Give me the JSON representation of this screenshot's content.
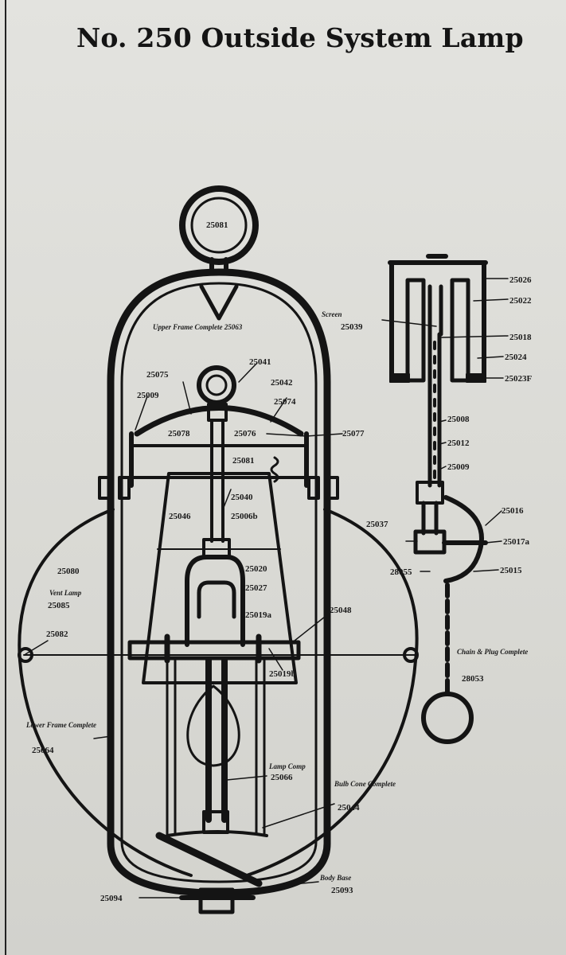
{
  "title": "No. 250 Outside System Lamp",
  "callouts": {
    "ring": "25081",
    "upper_frame": "Upper Frame Complete 25063",
    "p25075": "25075",
    "p25041": "25041",
    "p25042": "25042",
    "p25074": "25074",
    "p25009_left": "25009",
    "p25078": "25078",
    "p25076": "25076",
    "p25077": "25077",
    "p25081": "25081",
    "p25040": "25040",
    "p25046": "25046",
    "p25006b": "25006b",
    "p25080": "25080",
    "vent_lamp": "Vent Lamp",
    "p25085": "25085",
    "p25020": "25020",
    "p25027": "25027",
    "p25019a": "25019a",
    "p25082": "25082",
    "p25048": "25048",
    "p25019b": "25019b",
    "lower_frame": "Lower Frame Complete",
    "p25064": "25064",
    "lamp": "Lamp Comp",
    "p25066": "25066",
    "bulb_cone": "Bulb Cone Complete",
    "p25044": "25044",
    "p25094": "25094",
    "body_base": "Body Base",
    "p25093": "25093",
    "p25026": "25026",
    "p25022": "25022",
    "screen": "Screen",
    "p25039": "25039",
    "p25018": "25018",
    "p25024": "25024",
    "p25023f": "25023F",
    "p25008": "25008",
    "p25012": "25012",
    "p25009_right": "25009",
    "p25016": "25016",
    "p25037": "25037",
    "p25017a": "25017a",
    "p28055": "28055",
    "p25015": "25015",
    "chain_plug": "Chain & Plug Complete",
    "p28053": "28053"
  }
}
